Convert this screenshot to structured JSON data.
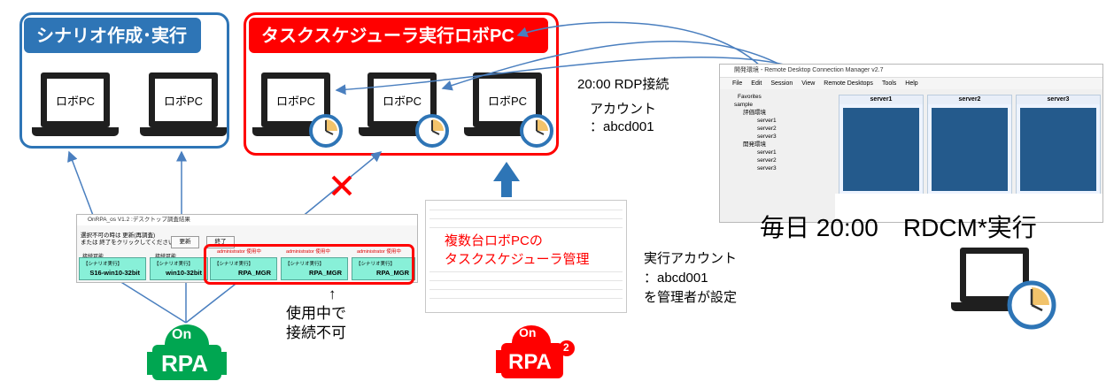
{
  "groups": {
    "scenario_label": "シナリオ作成･実行",
    "scheduler_label": "タスクスケジューラ実行ロボPC"
  },
  "laptops": {
    "label": "ロボPC"
  },
  "rdp": {
    "connection_label": "20:00 RDP接続",
    "account_label": "アカウント",
    "account_value": "：abcd001"
  },
  "rdcm_window": {
    "title": "開発環境 - Remote Desktop Connection Manager v2.7",
    "menu": [
      "File",
      "Edit",
      "Session",
      "View",
      "Remote Desktops",
      "Tools",
      "Help"
    ],
    "tree": [
      "Favorites",
      "sample",
      "評価環境",
      "server1",
      "server2",
      "server3",
      "開発環境",
      "server1",
      "server2",
      "server3"
    ],
    "panels": [
      "server1",
      "server2",
      "server3"
    ]
  },
  "daily_label": "毎日 20:00　RDCM*実行",
  "onrpa_window": {
    "title": "OnRPA_os V1.2 :デスクトップ調査結果",
    "instruction_1": "選択不可の時は 更新(再調査)",
    "instruction_2": "または 終了をクリックしてください。",
    "refresh_button": "更新",
    "exit_button": "終了",
    "connectable_label": "接続可能",
    "admin_in_use": "administrator 使用中",
    "tile_sub": "【シナリオ実行】",
    "tiles": [
      "S16-win10-32bit",
      "win10-32bit",
      "RPA_MGR",
      "RPA_MGR",
      "RPA_MGR"
    ]
  },
  "in_use": {
    "arrow": "↑",
    "line1": "使用中で",
    "line2": "接続不可"
  },
  "task_mgmt": {
    "line1": "複数台ロボPCの",
    "line2": "タスクスケジューラ管理"
  },
  "exec_account": {
    "line1": "実行アカウント",
    "line2": "：abcd001",
    "line3": "を管理者が設定"
  },
  "logos": {
    "on_text": "On",
    "rpa_text": "RPA",
    "superscript": "2"
  },
  "colors": {
    "blue": "#2e75b6",
    "red": "#ff0000",
    "green": "#00a651",
    "connector": "#4a7fbf"
  }
}
